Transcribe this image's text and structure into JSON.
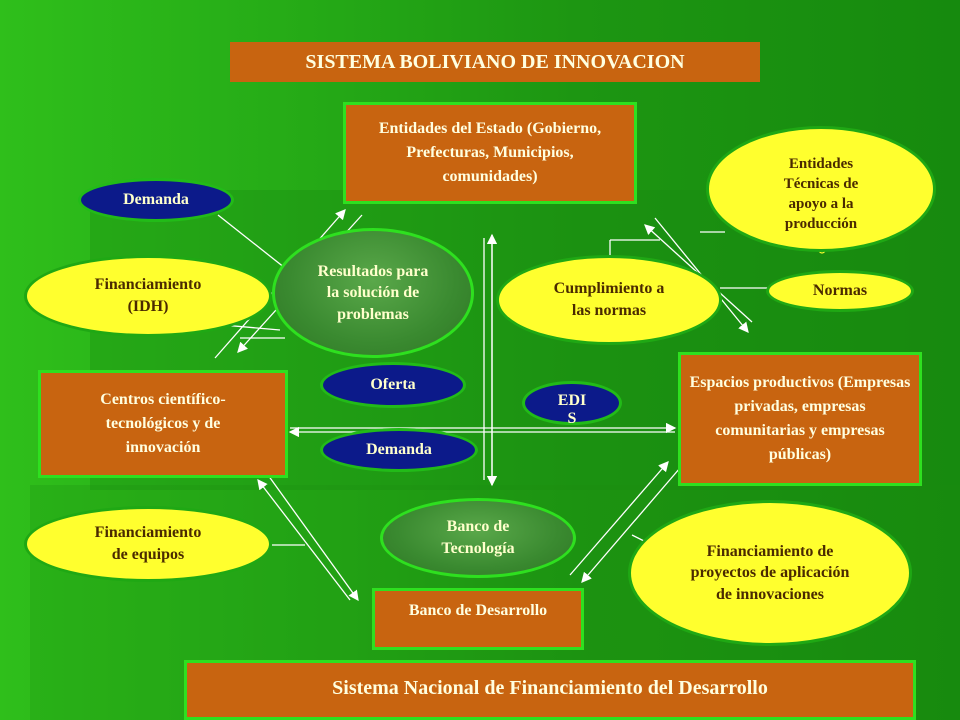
{
  "title": "SISTEMA BOLIVIANO DE INNOVACION",
  "footer": "Sistema Nacional de Financiamiento del Desarrollo",
  "boxes": {
    "entidades_estado": "Entidades del Estado (Gobierno, Prefecturas, Municipios, comunidades)",
    "centros": "Centros científico-tecnológicos y de innovación",
    "espacios": "Espacios productivos (Empresas privadas, empresas comunitarias y empresas públicas)",
    "banco_desarrollo": "Banco de Desarrollo"
  },
  "ellipses": {
    "demanda_top": "Demanda",
    "fin_idh": "Financiamiento (IDH)",
    "resultados": "Resultados para la solución de problemas",
    "cumplimiento": "Cumplimiento a las normas",
    "entidades_tecnicas": "Entidades Técnicas de apoyo a la producción",
    "normas": "Normas",
    "oferta": "Oferta",
    "demanda_mid": "Demanda",
    "edis": "EDIS",
    "fin_equipos": "Financiamiento de equipos",
    "banco_tecnologia": "Banco de Tecnología",
    "fin_proyectos": "Financiamiento de proyectos de aplicación de innovaciones"
  },
  "colors": {
    "box_fill": "#c86410",
    "box_border": "#2ee01f",
    "yellow": "#ffff2e",
    "navy": "#0c1a8a"
  }
}
